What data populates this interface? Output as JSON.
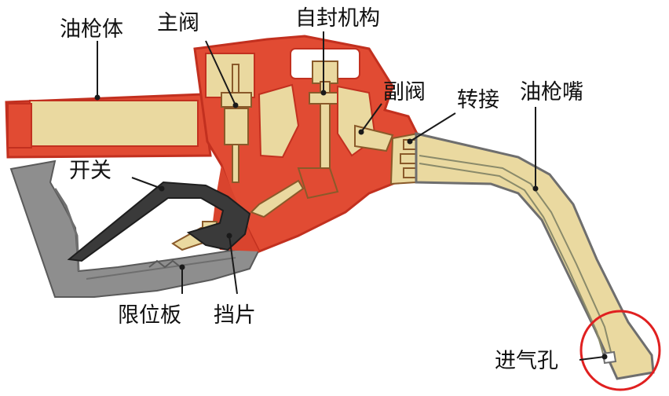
{
  "labels": {
    "gun_body": "油枪体",
    "main_valve": "主阀",
    "self_seal": "自封机构",
    "aux_valve": "副阀",
    "adapter": "转接",
    "nozzle_spout": "油枪嘴",
    "trigger": "开关",
    "limit_plate": "限位板",
    "stop_plate": "挡片",
    "vent_hole": "进气孔"
  },
  "colors": {
    "body_red": "#E14B33",
    "body_outline": "#C2301F",
    "inner_yellow": "#EAD9A0",
    "guard_gray": "#8E8E8E",
    "guard_dark": "#5A5A5A",
    "trigger_dark": "#3A3A3A",
    "highlight_circle": "#E02020"
  }
}
